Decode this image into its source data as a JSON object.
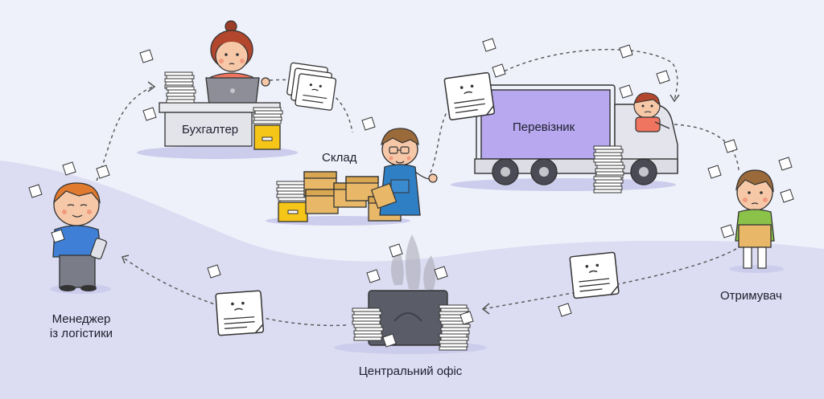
{
  "roles": {
    "accountant": "Бухгалтер",
    "warehouse": "Склад",
    "carrier": "Перевізник",
    "manager_line1": "Менеджер",
    "manager_line2": "із логістики",
    "recipient": "Отримувач",
    "central_office": "Центральний офіс"
  },
  "colors": {
    "background_top": "#eef0fa",
    "background_bottom": "#dcdcf2",
    "truck_cargo": "#b7a8ef",
    "box": "#e8b868",
    "folder": "#f5c518",
    "flow_line": "#555555"
  },
  "icons": [
    "accountant-figure",
    "laptop-icon",
    "warehouse-worker-figure",
    "box-icon",
    "truck-icon",
    "truck-driver-figure",
    "recipient-figure",
    "manager-figure",
    "phone-icon",
    "document-icon",
    "folder-icon",
    "central-office-box",
    "smoke-icon"
  ]
}
